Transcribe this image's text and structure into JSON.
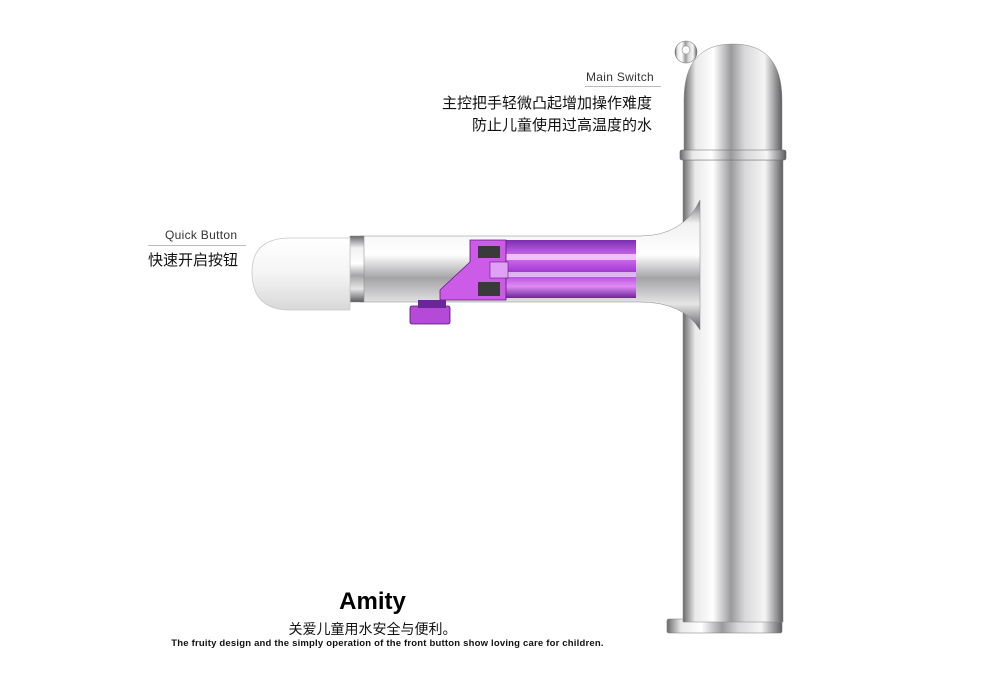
{
  "callouts": {
    "main_switch": {
      "label": "Main Switch",
      "desc_line1": "主控把手轻微凸起增加操作难度",
      "desc_line2": "防止儿童使用过高温度的水"
    },
    "quick_button": {
      "label": "Quick Button",
      "desc": "快速开启按钮"
    }
  },
  "product": {
    "name": "Amity",
    "subtitle": "关爱儿童用水安全与便利。",
    "tagline": "The fruity design and the simply operation of the front button show loving care for children."
  },
  "colors": {
    "chrome": "#c8c8ca",
    "cutaway_accent": "#b23fd6",
    "button_white": "#f2f2f2"
  }
}
